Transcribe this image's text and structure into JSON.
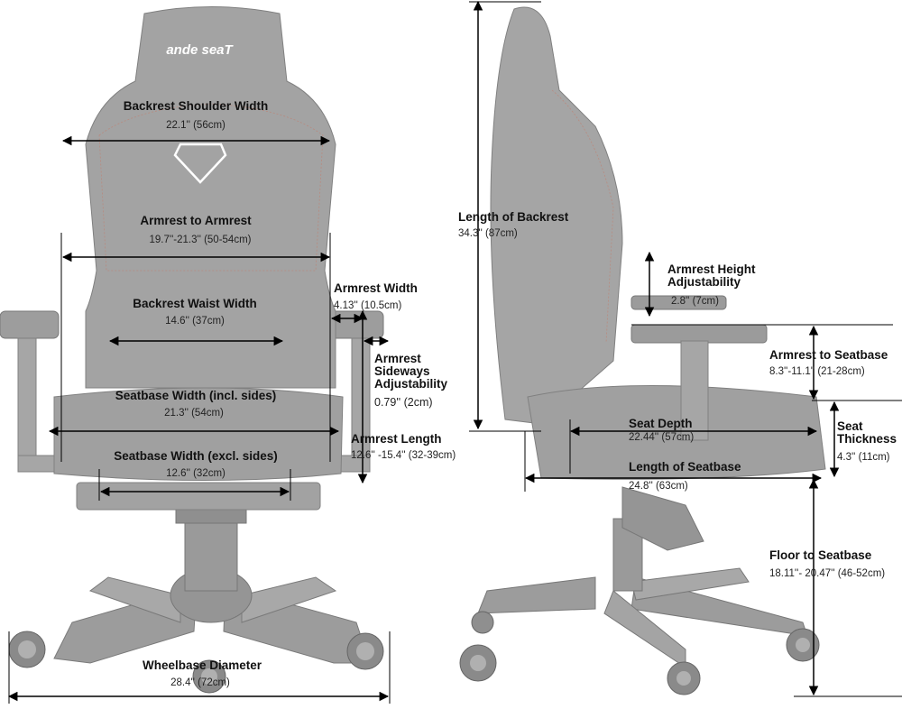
{
  "logo_text": "ande seaT",
  "front": {
    "backrest_shoulder_width": {
      "title": "Backrest Shoulder Width",
      "value": "22.1'' (56cm)"
    },
    "armrest_to_armrest": {
      "title": "Armrest to Armrest",
      "value": "19.7''-21.3'' (50-54cm)"
    },
    "backrest_waist_width": {
      "title": "Backrest Waist Width",
      "value": "14.6'' (37cm)"
    },
    "seatbase_width_incl": {
      "title": "Seatbase Width (incl. sides)",
      "value": "21.3'' (54cm)"
    },
    "seatbase_width_excl": {
      "title": "Seatbase Width (excl. sides)",
      "value": "12.6'' (32cm)"
    },
    "armrest_width": {
      "title": "Armrest Width",
      "value": "4.13'' (10.5cm)"
    },
    "armrest_sideways": {
      "title_line1": "Armrest",
      "title_line2": "Sideways",
      "title_line3": "Adjustability",
      "value": "0.79'' (2cm)"
    },
    "armrest_length": {
      "title": "Armrest Length",
      "value": "12.6'' -15.4'' (32-39cm)"
    },
    "wheelbase_diameter": {
      "title": "Wheelbase Diameter",
      "value": "28.4'' (72cm)"
    }
  },
  "side": {
    "length_of_backrest": {
      "title": "Length of Backrest",
      "value": "34.3'' (87cm)"
    },
    "armrest_height_adjustability": {
      "title_line1": "Armrest Height",
      "title_line2": "Adjustability",
      "value": "2.8'' (7cm)"
    },
    "armrest_to_seatbase": {
      "title": "Armrest to Seatbase",
      "value": "8.3''-11.1'' (21-28cm)"
    },
    "seat_thickness": {
      "title_line1": "Seat",
      "title_line2": "Thickness",
      "value": "4.3'' (11cm)"
    },
    "seat_depth": {
      "title": "Seat Depth",
      "value": "22.44'' (57cm)"
    },
    "length_of_seatbase": {
      "title": "Length of Seatbase",
      "value": "24.8'' (63cm)"
    },
    "floor_to_seatbase": {
      "title": "Floor to Seatbase",
      "value": "18.11''- 20.47'' (46-52cm)"
    }
  },
  "colors": {
    "chair": "#a3a3a3",
    "lines": "#000000",
    "text": "#111111",
    "background": "#ffffff"
  }
}
